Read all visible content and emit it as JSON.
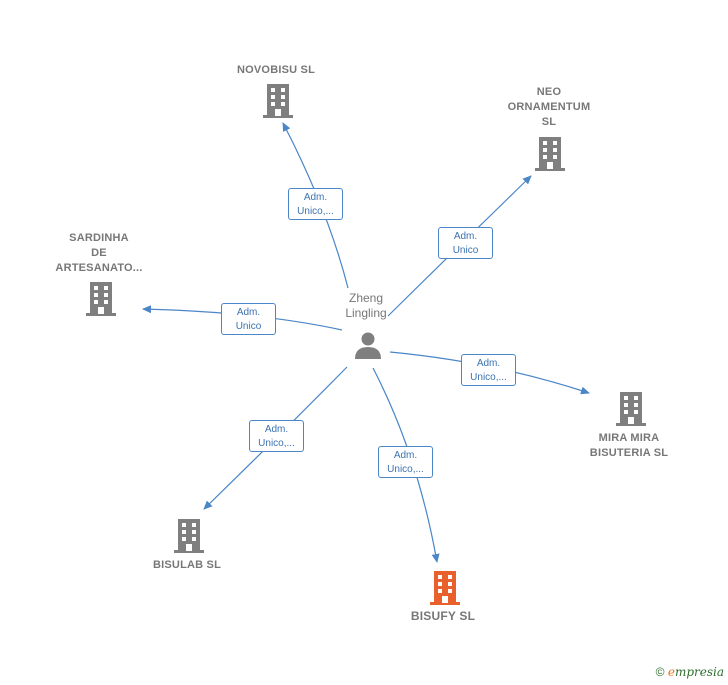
{
  "center": {
    "name_line1": "Zheng",
    "name_line2": "Lingling",
    "icon": "person-icon"
  },
  "colors": {
    "edge": "#4a86c8",
    "building": "#7f7f7f",
    "highlight": "#e8602c"
  },
  "nodes": [
    {
      "id": "novobisu",
      "lines": [
        "NOVOBISU  SL"
      ],
      "icon": "building-icon",
      "highlight": false
    },
    {
      "id": "neo",
      "lines": [
        "NEO",
        "ORNAMENTUM",
        "SL"
      ],
      "icon": "building-icon",
      "highlight": false
    },
    {
      "id": "sardinha",
      "lines": [
        "SARDINHA",
        "DE",
        "ARTESANATO..."
      ],
      "icon": "building-icon",
      "highlight": false
    },
    {
      "id": "miramira",
      "lines": [
        "MIRA MIRA",
        "BISUTERIA  SL"
      ],
      "icon": "building-icon",
      "highlight": false
    },
    {
      "id": "bisulab",
      "lines": [
        "BISULAB  SL"
      ],
      "icon": "building-icon",
      "highlight": false
    },
    {
      "id": "bisufy",
      "lines": [
        "BISUFY  SL"
      ],
      "icon": "building-icon",
      "highlight": true
    }
  ],
  "edges": [
    {
      "to": "novobisu",
      "label_line1": "Adm.",
      "label_line2": "Unico,..."
    },
    {
      "to": "neo",
      "label_line1": "Adm.",
      "label_line2": "Unico"
    },
    {
      "to": "sardinha",
      "label_line1": "Adm.",
      "label_line2": "Unico"
    },
    {
      "to": "miramira",
      "label_line1": "Adm.",
      "label_line2": "Unico,..."
    },
    {
      "to": "bisulab",
      "label_line1": "Adm.",
      "label_line2": "Unico,..."
    },
    {
      "to": "bisufy",
      "label_line1": "Adm.",
      "label_line2": "Unico,..."
    }
  ],
  "footer": {
    "copyright": "©",
    "brand_first": "e",
    "brand_rest": "mpresia"
  }
}
